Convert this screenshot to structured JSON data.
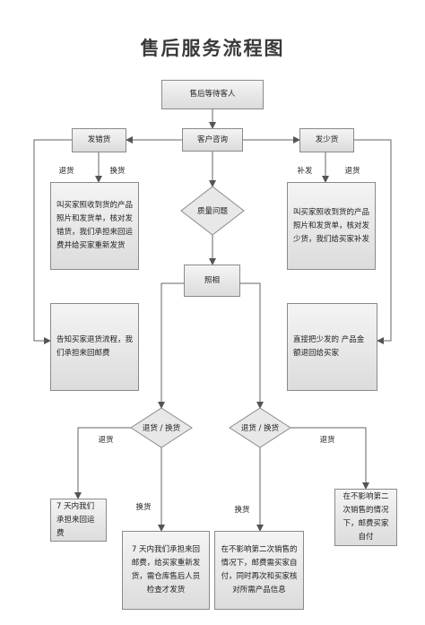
{
  "title": "售后服务流程图",
  "nodes": {
    "start": "售后等待客人",
    "consult": "客户咨询",
    "wrong_goods": "发错货",
    "short_goods": "发少货",
    "quality": "质量问题",
    "photo": "照相",
    "wrong_desc": "叫买家照收到货的产品照片和发货单，核对发错货，我们承担来回运费并给买家重新发货",
    "short_desc": "叫买家照收到货的产品照片和发货单，核对发少货，我们给买家补发",
    "notify_return": "告知买家退货流程，我们承担来回邮费",
    "refund_direct": "直接把少发的  产品金额退回给买家",
    "return_exchange_left": "退货 / 换货",
    "return_exchange_right": "退货 / 换货",
    "seven_day_return": "7 天内我们承担来回运费",
    "seven_day_exchange": "7 天内我们承担来回邮费，给买家重新发货，需仓库售后人员检查才发货",
    "no_resale_exchange": "在不影响第二次销售的情况下，邮费需买家自付，同时再次和买家核对所需产品信息",
    "no_resale_return": "在不影响第二次销售的情况下，邮费买家自付"
  },
  "edge_labels": {
    "return1": "退货",
    "exchange1": "换货",
    "reissue": "补发",
    "return2": "退货",
    "return3": "退货",
    "exchange2": "换货",
    "exchange3": "换货",
    "return4": "退货"
  }
}
